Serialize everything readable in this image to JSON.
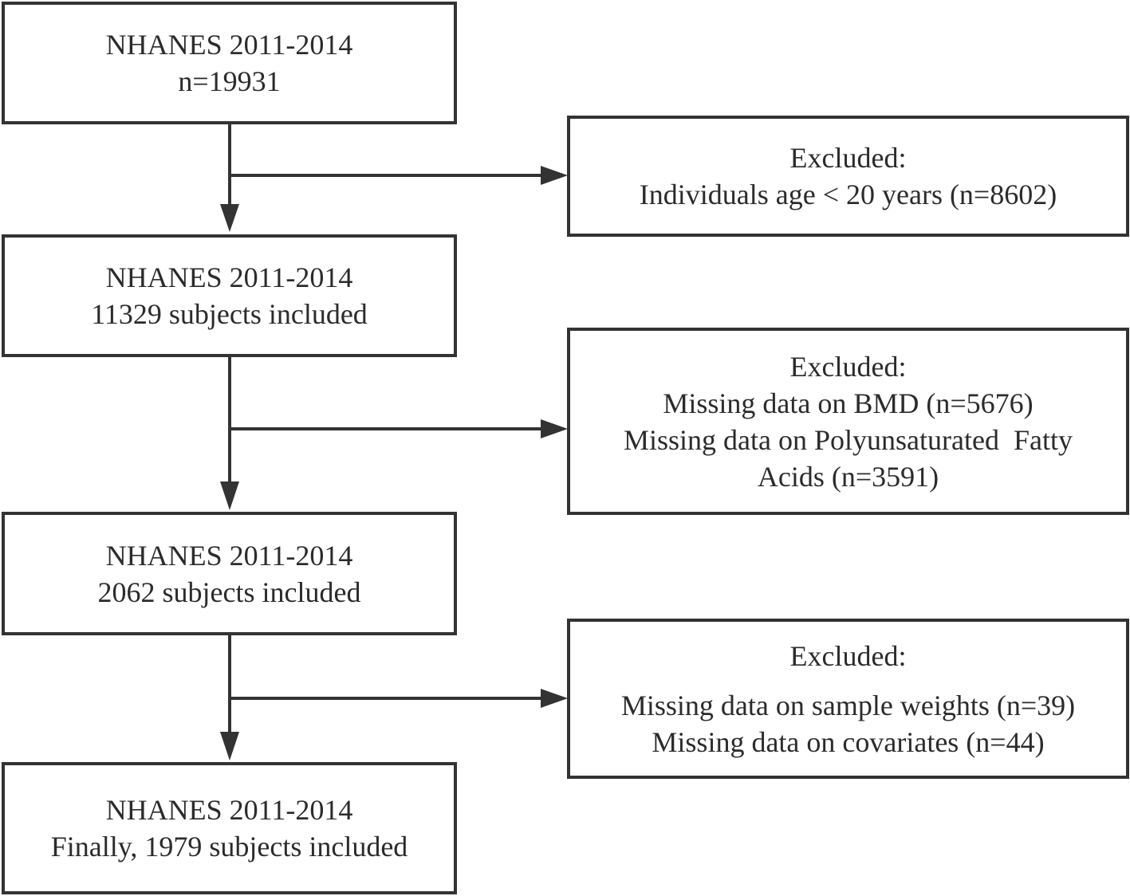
{
  "flow": {
    "main_boxes": [
      {
        "lines": [
          "NHANES 2011-2014",
          "n=19931"
        ]
      },
      {
        "lines": [
          "NHANES 2011-2014",
          "11329 subjects included"
        ]
      },
      {
        "lines": [
          "NHANES 2011-2014",
          "2062 subjects included"
        ]
      },
      {
        "lines": [
          "NHANES 2011-2014",
          "Finally, 1979 subjects included"
        ]
      }
    ],
    "exclusion_boxes": [
      {
        "lines": [
          "Excluded:",
          "Individuals age < 20 years (n=8602)"
        ]
      },
      {
        "lines": [
          "Excluded:",
          "Missing data on BMD (n=5676)",
          "Missing data on Polyunsaturated  Fatty",
          "Acids (n=3591)"
        ]
      },
      {
        "lines": [
          "Excluded:",
          "Missing data on sample weights (n=39)",
          "Missing data on covariates (n=44)"
        ]
      }
    ]
  },
  "colors": {
    "border": "#333333",
    "arrow": "#333333",
    "text": "#2b2b2b",
    "background": "#ffffff"
  }
}
